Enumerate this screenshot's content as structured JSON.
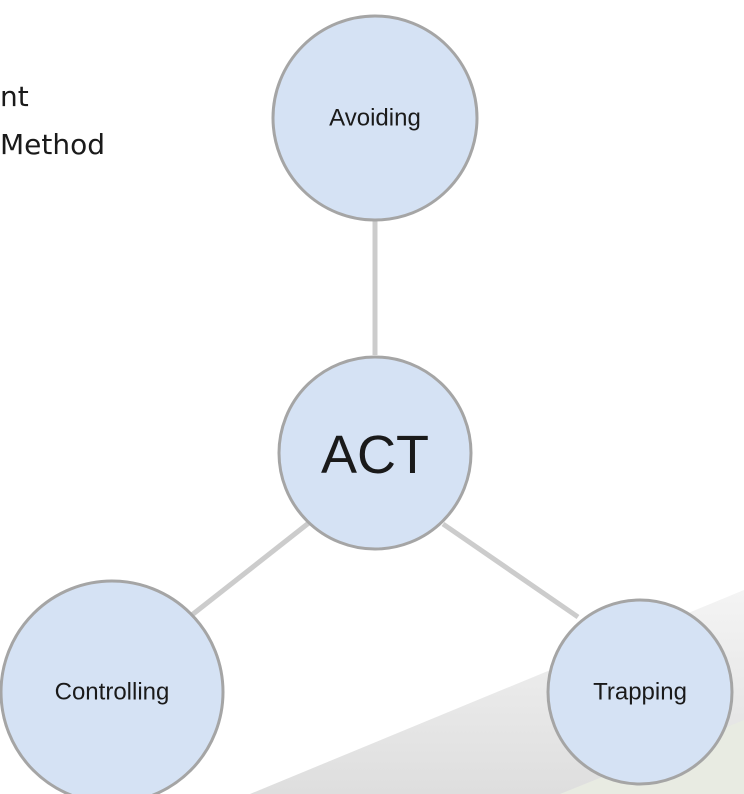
{
  "slide": {
    "text_lines": [
      "nt",
      "Method"
    ]
  },
  "diagram": {
    "center": "ACT",
    "nodes": [
      "Avoiding",
      "Controlling",
      "Trapping"
    ]
  },
  "colors": {
    "node_fill": "#d5e2f4",
    "node_border": "#a5a5a5",
    "connector": "#cccccc"
  }
}
